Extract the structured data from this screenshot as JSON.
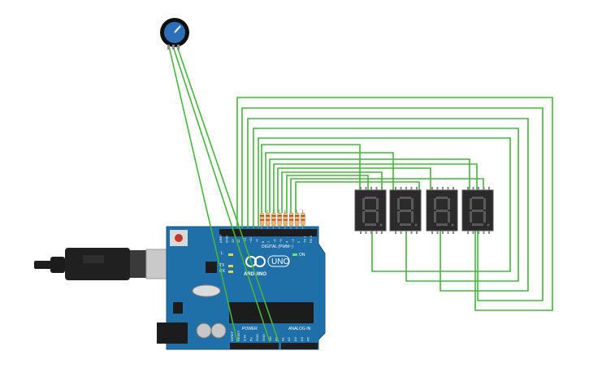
{
  "board": {
    "brand": "ARDUINO",
    "model": "UNO",
    "header_digital": "DIGITAL (PWM~)",
    "header_power": "POWER",
    "header_analog": "ANALOG IN",
    "label_l": "L",
    "label_tx": "TX",
    "label_rx": "RX",
    "label_on": "ON",
    "top_pins": [
      "AREF",
      "GND",
      "13",
      "12",
      "~11",
      "~10",
      "~9",
      "8",
      "7",
      "~6",
      "~5",
      "4",
      "~3",
      "2",
      "TX 1",
      "RX 0"
    ],
    "power_pins": [
      "IOREF",
      "RESET",
      "3.3V",
      "5V",
      "GND",
      "GND",
      "Vin"
    ],
    "analog_pins": [
      "A0",
      "A1",
      "A2",
      "A3",
      "A4",
      "A5"
    ]
  },
  "components": {
    "potentiometer": "potentiometer",
    "resistors": 8,
    "displays": 4
  },
  "colors": {
    "wire": "#45b53b",
    "board": "#1f6fa8",
    "display": "#2b2b2b",
    "segment": "#5a5a5a",
    "resistor": "#e7b77a",
    "knob": "#2a6fb8"
  }
}
